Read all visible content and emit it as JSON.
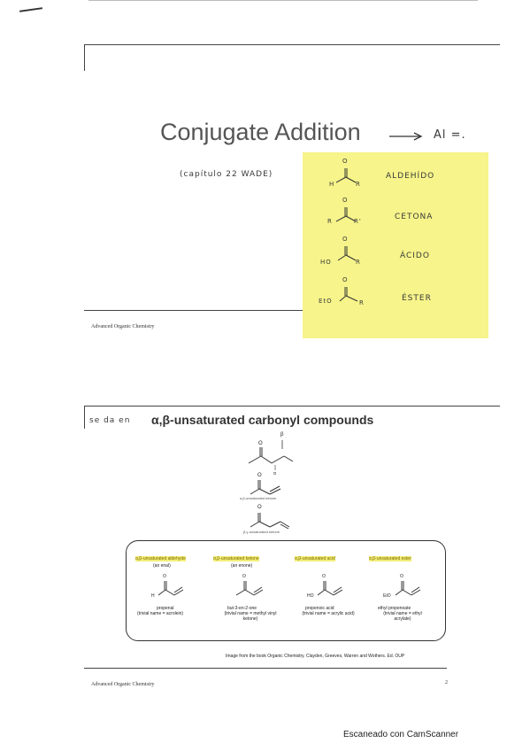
{
  "slide1": {
    "title": "Conjugate Addition",
    "title_note": "Al =.",
    "chapter_note": "(capítulo 22 WADE)",
    "footer": "Advanced Organic Chemistry",
    "note_colors": {
      "background": "#f6f48a"
    },
    "rows": [
      {
        "left_a": "H",
        "left_b": "R",
        "atom_o": "O",
        "name": "ALDEHÍDO"
      },
      {
        "left_a": "R",
        "left_b": "R'",
        "atom_o": "O",
        "name": "CETONA"
      },
      {
        "left_a": "HO",
        "left_b": "R",
        "atom_o": "O",
        "name": "ÁCIDO"
      },
      {
        "left_a": "EtO",
        "left_b": "R",
        "atom_o": "O",
        "name": "ÉSTER"
      }
    ]
  },
  "slide2": {
    "handwritten_prefix": "se da en",
    "title": "α,β-unsaturated carbonyl compounds",
    "top_labels": {
      "beta": "β",
      "alpha": "α",
      "o": "O"
    },
    "middle_caption": "α,β-unsaturated ketone",
    "middle_o": "O",
    "lower_caption": "β,γ-unsaturated ketone",
    "lower_o": "O",
    "boxes": [
      {
        "heading": "α,β-unsaturated aldehyde",
        "sub": "(an enal)",
        "atoms": [
          "O",
          "H"
        ],
        "name": "propenal",
        "trivial": "(trivial name = acrolein)"
      },
      {
        "heading": "α,β-unsaturated ketone",
        "sub": "(an enone)",
        "atoms": [
          "O"
        ],
        "name": "but-3-en-2-one",
        "trivial": "(trivial name = methyl vinyl ketone)"
      },
      {
        "heading": "α,β-unsaturated acid",
        "sub": "",
        "atoms": [
          "O",
          "HO"
        ],
        "name": "propenoic acid",
        "trivial": "(trivial name = acrylic acid)"
      },
      {
        "heading": "α,β-unsaturated ester",
        "sub": "",
        "atoms": [
          "O",
          "EtO"
        ],
        "name": "ethyl propenoate",
        "trivial": "(trivial name = ethyl acrylate)"
      }
    ],
    "credit": "Image from the book Organic Chemistry. Clayden, Greeves, Warren and Wothers. Ed. OUP",
    "footer": "Advanced Organic Chemistry",
    "page_number": "2"
  },
  "watermark": "Escaneado con CamScanner",
  "colors": {
    "ink": "#222222",
    "highlight": "#f3ee7a"
  }
}
